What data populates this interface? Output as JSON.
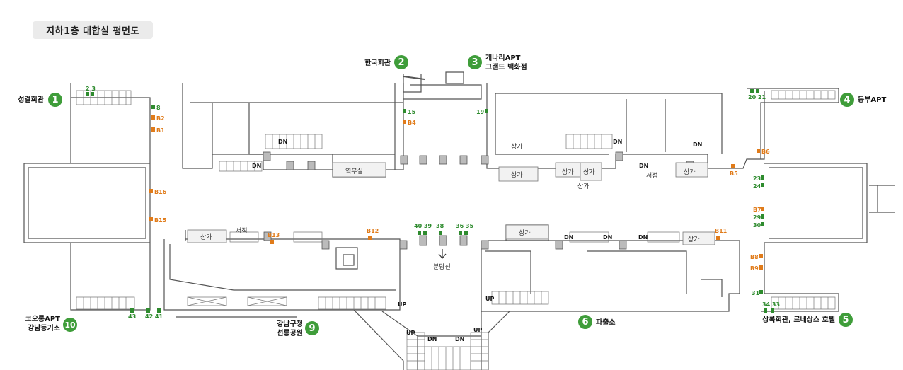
{
  "title": "지하1층 대합실 평면도",
  "exits": [
    {
      "num": "1",
      "lines": [
        "성결회관"
      ]
    },
    {
      "num": "2",
      "lines": [
        "한국회관"
      ]
    },
    {
      "num": "3",
      "lines": [
        "개나리APT",
        "그랜드 백화점"
      ]
    },
    {
      "num": "4",
      "lines": [
        "동부APT"
      ]
    },
    {
      "num": "5",
      "lines": [
        "상록회관, 르네상스 호텔"
      ]
    },
    {
      "num": "6",
      "lines": [
        "파출소"
      ]
    },
    {
      "num": "9",
      "lines": [
        "강남구청",
        "선릉공원"
      ]
    },
    {
      "num": "10",
      "lines": [
        "코오롱APT",
        "강남등기소"
      ]
    }
  ],
  "gates_green": [
    "2 3",
    "8",
    "15",
    "19",
    "20 21",
    "23",
    "24",
    "29",
    "30",
    "31",
    "34 33",
    "43",
    "42 41",
    "40 39",
    "38",
    "36 35"
  ],
  "gates_orange": [
    "B2",
    "B1",
    "B4",
    "B6",
    "B5",
    "B7",
    "B8",
    "B9",
    "B11",
    "B12",
    "B13",
    "B15",
    "B16"
  ],
  "areas": [
    "상가",
    "상가",
    "상가",
    "상가",
    "상가",
    "상가",
    "상가",
    "상가",
    "상가",
    "역무실",
    "서점",
    "서점"
  ],
  "stairs": [
    "DN",
    "DN",
    "DN",
    "DN",
    "DN",
    "DN",
    "DN",
    "DN",
    "UP",
    "UP",
    "UP",
    "UP",
    "DN",
    "DN"
  ],
  "direction": "분당선",
  "colors": {
    "exit_green": "#3f9d3a",
    "gate_green": "#2e8b2e",
    "gate_orange": "#e07b1a",
    "wall": "#555555",
    "title_bg": "#ebebeb"
  }
}
